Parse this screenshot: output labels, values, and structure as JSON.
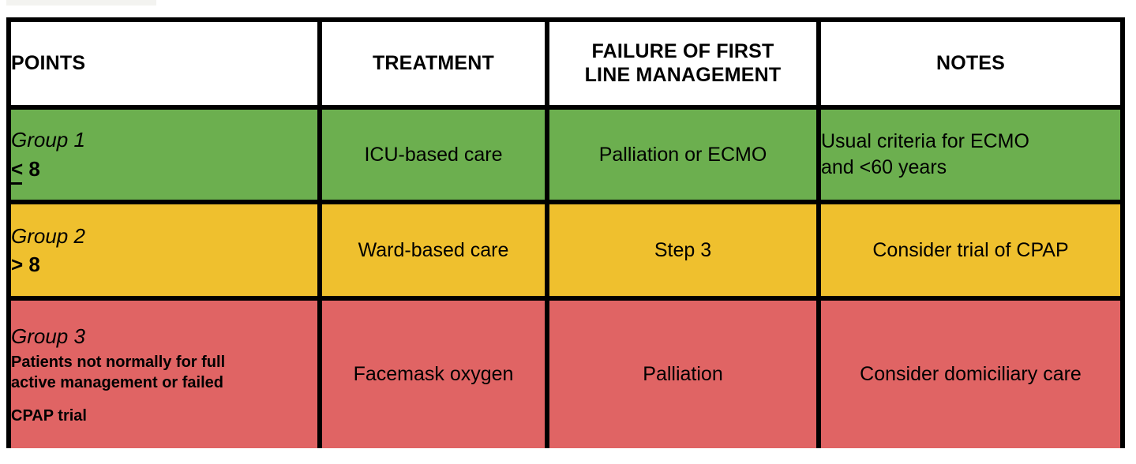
{
  "table": {
    "headers": [
      {
        "label": "POINTS",
        "align": "left"
      },
      {
        "label": "TREATMENT",
        "align": "center"
      },
      {
        "label": "FAILURE OF FIRST",
        "label_line2": "LINE MANAGEMENT",
        "align": "center"
      },
      {
        "label": "NOTES",
        "align": "center"
      }
    ],
    "rows": [
      {
        "id": "group-1",
        "color": "#6CAF4F",
        "color_name": "green",
        "group_label": "Group 1",
        "group_operator": "≤",
        "group_operator_glyph": "<",
        "group_value": "8",
        "group_points": "≤ 8",
        "treatment": "ICU-based care",
        "failure_first_line": "Palliation or ECMO",
        "notes_line1": "Usual criteria for ECMO",
        "notes_line2": "and <60 years",
        "notes": "Usual criteria for ECMO and <60 years",
        "notes_align": "left"
      },
      {
        "id": "group-2",
        "color": "#EFC02E",
        "color_name": "yellow",
        "group_label": "Group 2",
        "group_operator": ">",
        "group_operator_glyph": ">",
        "group_value": "8",
        "group_points": "> 8",
        "treatment": "Ward-based care",
        "failure_first_line": "Step 3",
        "notes": "Consider trial of CPAP",
        "notes_align": "center"
      },
      {
        "id": "group-3",
        "color": "#E06464",
        "color_name": "red",
        "group_label": "Group 3",
        "group_description_line1": "Patients not normally for full",
        "group_description_line2": "active management or failed",
        "group_description_line3": "CPAP trial",
        "group_description": "Patients not normally for full active management or failed CPAP trial",
        "treatment": "Facemask oxygen",
        "failure_first_line": "Palliation",
        "notes": "Consider domiciliary care",
        "notes_align": "center"
      }
    ]
  },
  "colors": {
    "border": "#000000",
    "text": "#000000",
    "header_background": "#FFFFFF",
    "page_background": "#FFFFFF",
    "row_green": "#6CAF4F",
    "row_yellow": "#EFC02E",
    "row_red": "#E06464"
  }
}
